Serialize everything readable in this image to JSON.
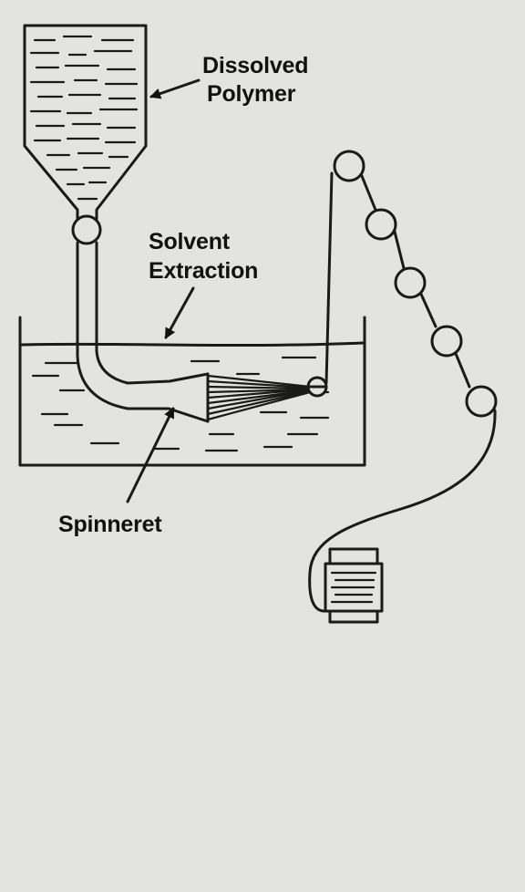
{
  "labels": {
    "dissolved_polymer_line1": "Dissolved",
    "dissolved_polymer_line2": "Polymer",
    "solvent_extraction_line1": "Solvent",
    "solvent_extraction_line2": "Extraction",
    "spinneret": "Spinneret"
  }
}
